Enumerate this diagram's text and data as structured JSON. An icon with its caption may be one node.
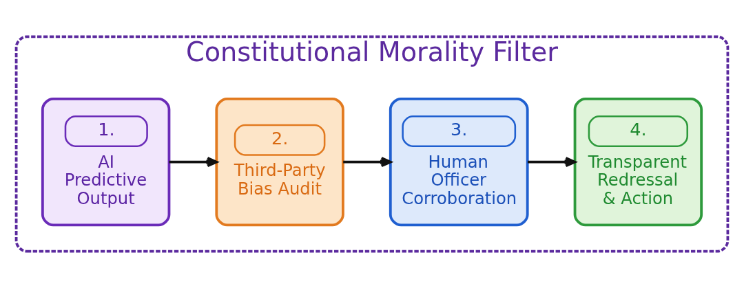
{
  "diagram": {
    "nodes": [
      {
        "text": [
          "Constitutional Morality Filter"
        ]
      },
      {
        "text": [
          "1.",
          "AI Predictive Output"
        ],
        "in": 0
      },
      {
        "text": [
          "2.",
          "Third-Party Bias Audit"
        ],
        "in": 0
      },
      {
        "text": [
          "3.",
          "Human Officer Corroboration"
        ],
        "in": 0
      },
      {
        "text": [
          "4.",
          "Transparent Redressal & Action"
        ],
        "in": 0
      }
    ],
    "edges": [
      {
        "from": 1,
        "to": 2,
        "arrow": "to"
      },
      {
        "from": 2,
        "to": 3,
        "arrow": "to"
      },
      {
        "from": 3,
        "to": 4,
        "arrow": "to"
      }
    ]
  }
}
